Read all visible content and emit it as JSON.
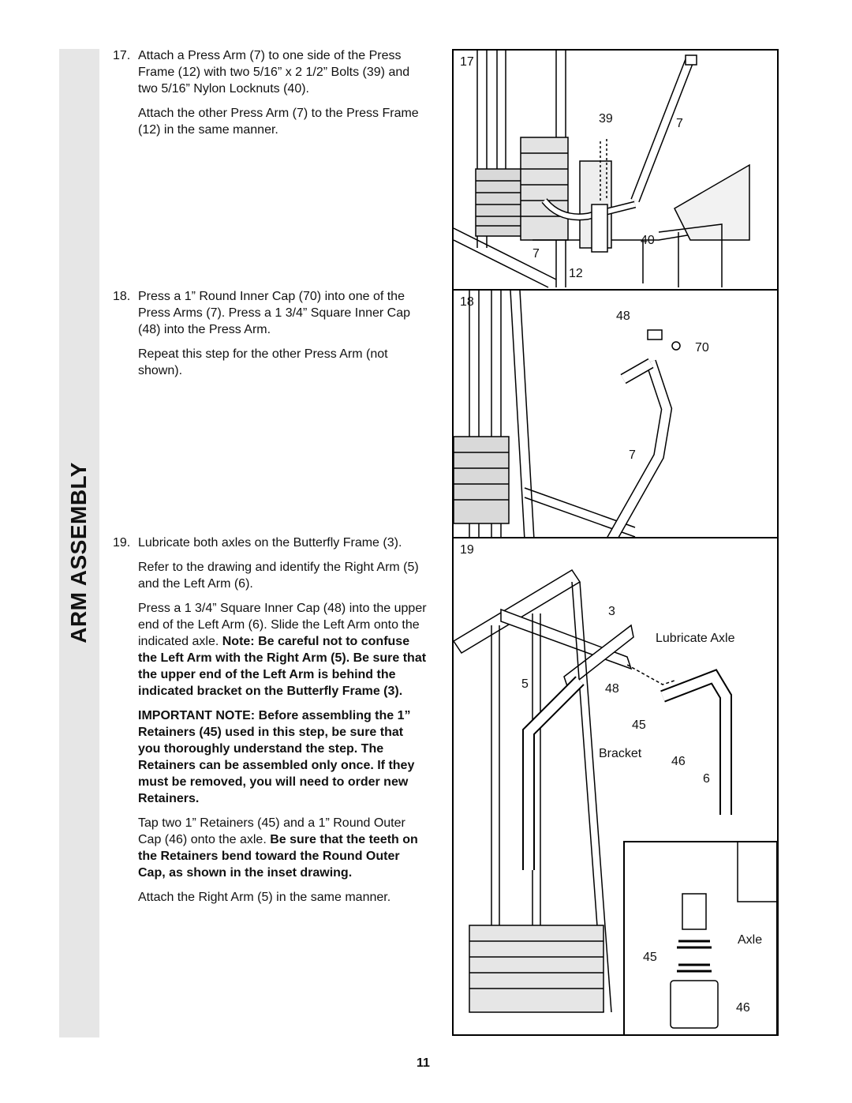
{
  "section_title": "ARM ASSEMBLY",
  "page_number": "11",
  "steps": [
    {
      "number": "17.",
      "p1": "Attach a Press Arm (7) to one side of the Press Frame (12) with two 5/16” x 2 1/2” Bolts (39) and two 5/16” Nylon Locknuts (40).",
      "p2": "Attach the other Press Arm (7) to the Press Frame (12) in the same manner."
    },
    {
      "number": "18.",
      "p1": "Press a 1” Round Inner Cap (70) into one of the Press Arms (7). Press a 1 3/4” Square Inner Cap (48) into the Press Arm.",
      "p2": "Repeat this step for the other Press Arm (not shown)."
    },
    {
      "number": "19.",
      "p1": "Lubricate both axles on the Butterfly Frame (3).",
      "p2": "Refer to the drawing and identify the Right Arm (5) and the Left Arm (6).",
      "p3_normal": "Press a 1 3/4” Square Inner Cap (48) into the upper end of the Left Arm (6). Slide the Left Arm onto the indicated axle. ",
      "p3_bold": "Note: Be careful not to confuse the Left Arm with the Right Arm (5). Be sure that the upper end of the Left Arm is behind the indicated bracket on the Butterfly Frame (3).",
      "p4_bold": "IMPORTANT NOTE: Before assembling the 1” Retainers (45) used in this step, be sure that you thoroughly understand the step. The Retainers can be assembled only once. If they must be removed, you will need to order new Retainers.",
      "p5_normal": "Tap two 1” Retainers (45) and a 1” Round Outer Cap (46) onto the axle. ",
      "p5_bold": "Be sure that the teeth on the Retainers bend toward the Round Outer Cap, as shown in the inset drawing.",
      "p6": "Attach the Right Arm (5) in the same manner."
    }
  ],
  "figures": [
    {
      "step": "17",
      "labels": [
        "39",
        "7",
        "40",
        "7",
        "12"
      ]
    },
    {
      "step": "18",
      "labels": [
        "48",
        "70",
        "7"
      ]
    },
    {
      "step": "19",
      "labels": [
        "3",
        "Lubricate Axle",
        "5",
        "48",
        "45",
        "Bracket",
        "46",
        "6"
      ],
      "inset_labels": [
        "Axle",
        "45",
        "46"
      ]
    }
  ]
}
